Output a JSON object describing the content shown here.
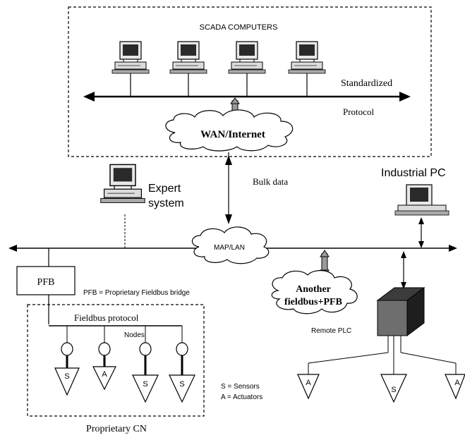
{
  "scada": {
    "title": "SCADA COMPUTERS",
    "protocol_line1": "Standardized",
    "protocol_line2": "Protocol",
    "wan": "WAN/Internet"
  },
  "bulk_data": "Bulk data",
  "expert": {
    "line1": "Expert",
    "line2": "system"
  },
  "industrial_pc": "Industrial PC",
  "map_lan": "MAP/LAN",
  "pfb": {
    "box": "PFB",
    "legend": "PFB = Proprietary Fieldbus bridge"
  },
  "another": {
    "line1": "Another",
    "line2": "fieldbus+PFB"
  },
  "fieldbus": {
    "protocol": "Fieldbus protocol",
    "nodes": "Nodes",
    "caption": "Proprietary CN",
    "devices": [
      "S",
      "A",
      "S",
      "S"
    ]
  },
  "remote_plc": "Remote PLC",
  "remote_devices": [
    "A",
    "S",
    "A"
  ],
  "legend": {
    "sensors": "S = Sensors",
    "actuators": "A = Actuators"
  },
  "colors": {
    "line": "#000000",
    "plc_front": "#6e6e6e",
    "plc_top": "#3c3c3c",
    "plc_side": "#1e1e1e",
    "arrow_fill": "#9a9a9a",
    "screen": "#2a2a2a"
  }
}
